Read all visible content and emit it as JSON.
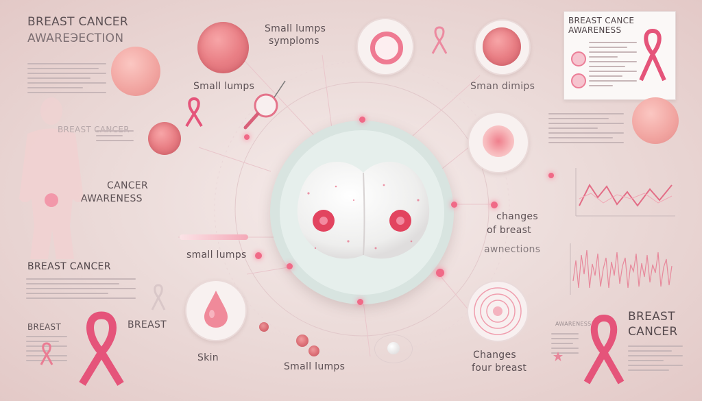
{
  "labels": {
    "main_title_line1": "BREAST CANCER",
    "main_title_line2": "AWAREЭECTION",
    "small_lumps_symptoms_1": "Small lumps",
    "small_lumps_symptoms_2": "symploms",
    "small_lumps_left": "Small lumps",
    "sman_dimps": "Sman dimips",
    "card_title_1": "BREAST CANCE",
    "card_title_2": "AWARENESS",
    "body_label": "BREAST CANCER",
    "cancer_awareness_1": "CANCER",
    "cancer_awareness_2": "AWARENESS",
    "small_lumps_mid": "small lumps",
    "breast_cancer_left": "BREAST CANCER",
    "changes_1": "changes",
    "changes_2": "of breast",
    "awnections": "awnections",
    "breast_small": "BREAST",
    "breast_left_small": "BREAST",
    "skin": "Skin",
    "small_lumps_bottom": "Small lumps",
    "changes_bottom_1": "Changes",
    "changes_bottom_2": "four breast",
    "breast_cancer_right_1": "BREAST",
    "breast_cancer_right_2": "CANCER",
    "awareness_small": "AWARENESS"
  },
  "colors": {
    "accent_pink": "#e5547a",
    "lump_pink": "#e97f85",
    "background": "#ecdcda",
    "text": "#5c5054"
  },
  "icons": {
    "ribbon": "awareness-ribbon-icon",
    "magnifier": "magnifier-icon"
  }
}
